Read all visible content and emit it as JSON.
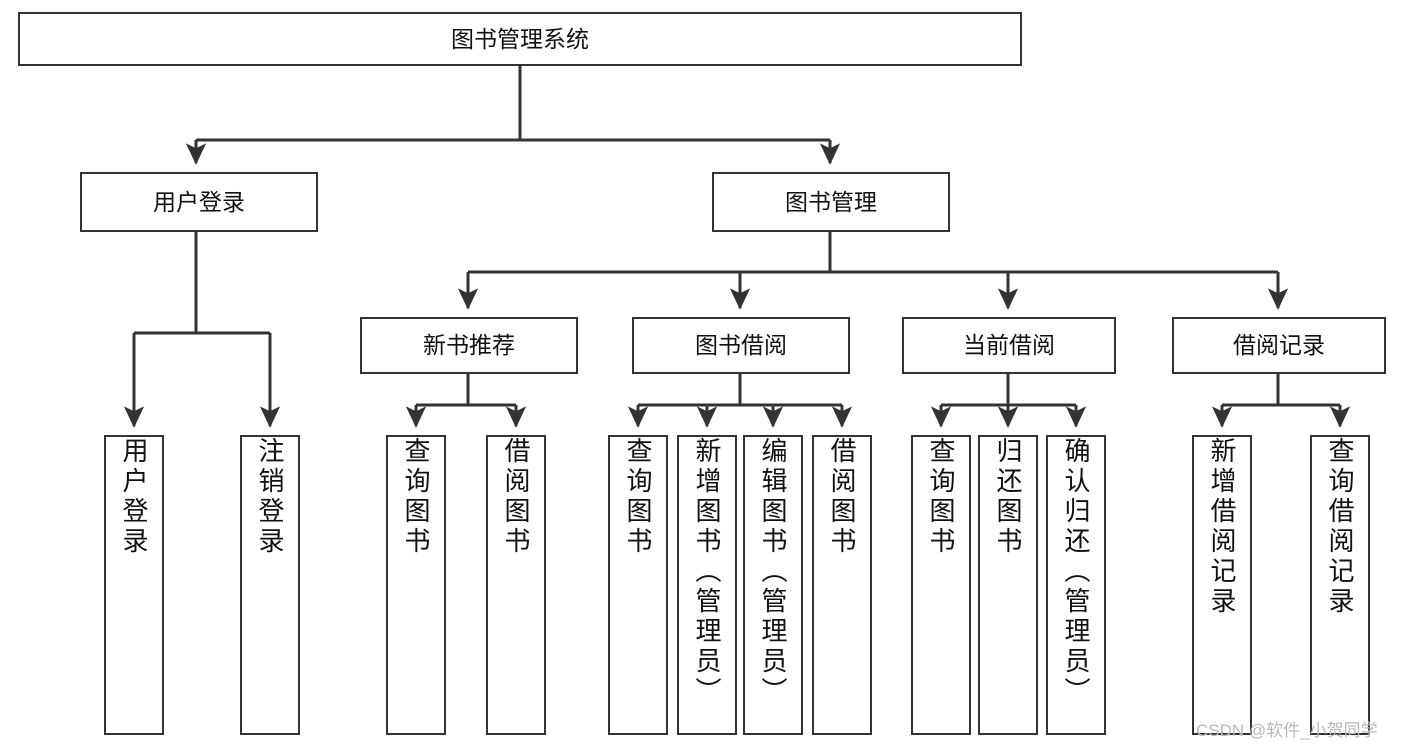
{
  "diagram": {
    "title": "图书管理系统",
    "watermark": "CSDN @软件_小贺同学",
    "colors": {
      "box_border": "#333333",
      "box_fill": "#ffffff",
      "connector": "#333333",
      "text": "#111111",
      "watermark": "#b9b9b9",
      "background": "#ffffff"
    },
    "nodes": {
      "root": {
        "label": "图书管理系统"
      },
      "level2": [
        {
          "id": "user-login",
          "label": "用户登录"
        },
        {
          "id": "book-management",
          "label": "图书管理"
        }
      ],
      "level3": [
        {
          "id": "new-book-recommend",
          "label": "新书推荐"
        },
        {
          "id": "book-borrow",
          "label": "图书借阅"
        },
        {
          "id": "current-borrow",
          "label": "当前借阅"
        },
        {
          "id": "borrow-record",
          "label": "借阅记录"
        }
      ],
      "leaves": {
        "user-login": [
          {
            "id": "user-login-action",
            "label": "用户登录"
          },
          {
            "id": "user-logout-action",
            "label": "注销登录"
          }
        ],
        "new-book-recommend": [
          {
            "id": "query-book-1",
            "label": "查询图书"
          },
          {
            "id": "borrow-book-1",
            "label": "借阅图书"
          }
        ],
        "book-borrow": [
          {
            "id": "query-book-2",
            "label": "查询图书"
          },
          {
            "id": "add-book-admin",
            "label": "新增图书（管理员）"
          },
          {
            "id": "edit-book-admin",
            "label": "编辑图书（管理员）"
          },
          {
            "id": "borrow-book-2",
            "label": "借阅图书"
          }
        ],
        "current-borrow": [
          {
            "id": "query-book-3",
            "label": "查询图书"
          },
          {
            "id": "return-book",
            "label": "归还图书"
          },
          {
            "id": "confirm-return-admin",
            "label": "确认归还（管理员）"
          }
        ],
        "borrow-record": [
          {
            "id": "add-borrow-record",
            "label": "新增借阅记录"
          },
          {
            "id": "query-borrow-record",
            "label": "查询借阅记录"
          }
        ]
      }
    }
  }
}
